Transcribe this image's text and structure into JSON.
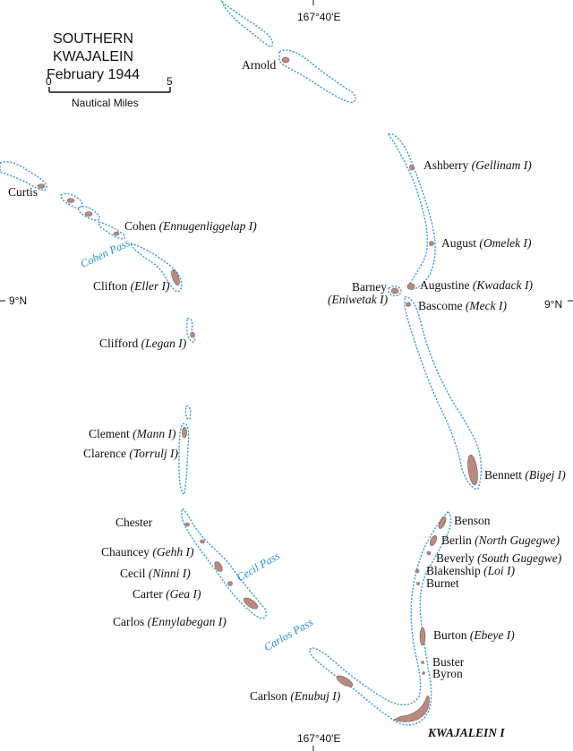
{
  "map": {
    "title_line1": "SOUTHERN KWAJALEIN",
    "title_line2": "February 1944",
    "scale": {
      "start": "0",
      "end": "5",
      "unit": "Nautical Miles"
    },
    "coords": {
      "lon_top": "167°40'E",
      "lon_bottom": "167°40'E",
      "lat_left": "9°N",
      "lat_right": "9°N"
    },
    "colors": {
      "reef": "#3a9fd6",
      "island": "#b98a7e",
      "pass_label": "#2a8fcf"
    },
    "passes": [
      "Cohen Pass",
      "Cecil Pass",
      "Carlos Pass"
    ],
    "islands": [
      {
        "code": "Arnold",
        "native": ""
      },
      {
        "code": "Curtis",
        "native": ""
      },
      {
        "code": "Cohen",
        "native": "(Ennugenliggelap I)"
      },
      {
        "code": "Clifton",
        "native": "(Eller I)"
      },
      {
        "code": "Clifford",
        "native": "(Legan I)"
      },
      {
        "code": "Clement",
        "native": "(Mann I)"
      },
      {
        "code": "Clarence",
        "native": "(Torrulj I)"
      },
      {
        "code": "Chester",
        "native": ""
      },
      {
        "code": "Chauncey",
        "native": "(Gehh I)"
      },
      {
        "code": "Cecil",
        "native": "(Ninni I)"
      },
      {
        "code": "Carter",
        "native": "(Gea I)"
      },
      {
        "code": "Carlos",
        "native": "(Ennylabegan I)"
      },
      {
        "code": "Carlson",
        "native": "(Enubuj I)"
      },
      {
        "code": "Ashberry",
        "native": "(Gellinam I)"
      },
      {
        "code": "August",
        "native": "(Omelek I)"
      },
      {
        "code": "Augustine",
        "native": "(Kwadack I)"
      },
      {
        "code": "Barney",
        "native": "(Eniwetak I)"
      },
      {
        "code": "Bascome",
        "native": "(Meck I)"
      },
      {
        "code": "Bennett",
        "native": "(Bigej I)"
      },
      {
        "code": "Benson",
        "native": ""
      },
      {
        "code": "Berlin",
        "native": "(North Gugegwe)"
      },
      {
        "code": "Beverly",
        "native": "(South Gugegwe)"
      },
      {
        "code": "Blakenship",
        "native": "(Loi I)"
      },
      {
        "code": "Burnet",
        "native": ""
      },
      {
        "code": "Burton",
        "native": "(Ebeye I)"
      },
      {
        "code": "Buster",
        "native": ""
      },
      {
        "code": "Byron",
        "native": ""
      },
      {
        "code": "",
        "native": "KWAJALEIN I"
      }
    ]
  }
}
